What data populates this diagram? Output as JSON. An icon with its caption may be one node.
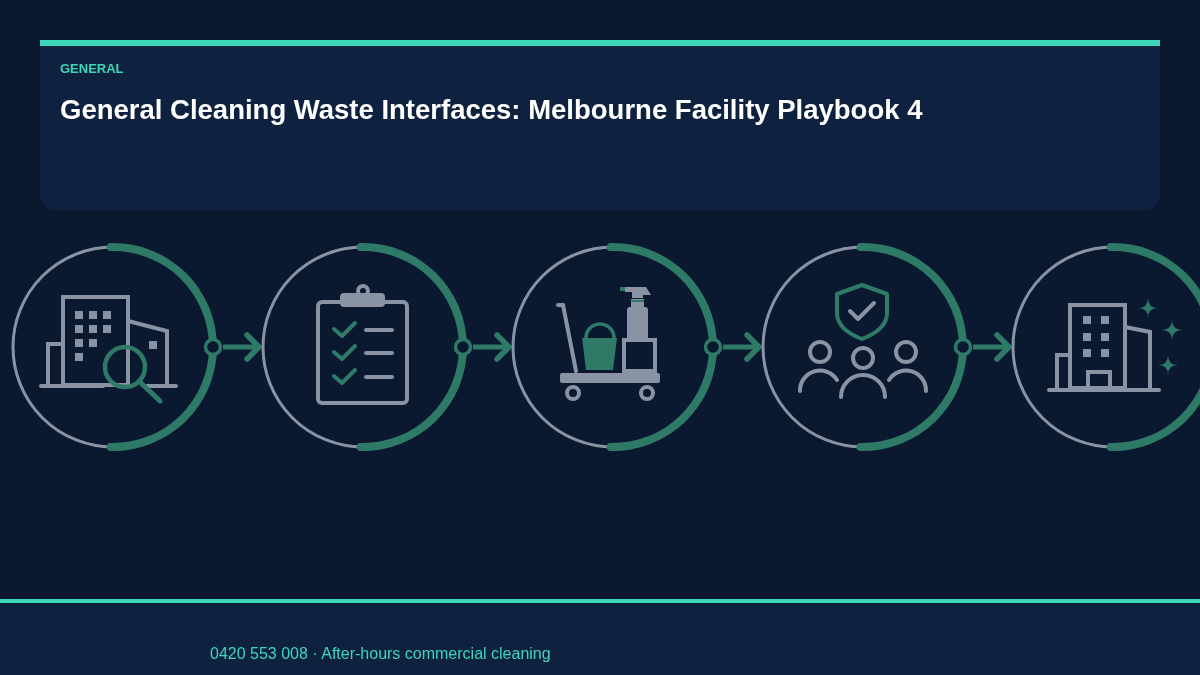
{
  "diagram": {
    "title": "General Cleaning Waste Interfaces: Melbourne Facility Playbook 4",
    "nodes": [
      {
        "text": [],
        "shape": "circle"
      },
      {
        "text": [],
        "shape": "circle"
      },
      {
        "text": [],
        "shape": "circle"
      },
      {
        "text": [],
        "shape": "circle"
      },
      {
        "text": [],
        "shape": "circle"
      }
    ],
    "edges": [
      {
        "from": 0,
        "to": 1,
        "arrow": "to"
      },
      {
        "from": 1,
        "to": 2,
        "arrow": "to"
      },
      {
        "from": 2,
        "to": 3,
        "arrow": "to"
      },
      {
        "from": 3,
        "to": 4,
        "arrow": "to"
      }
    ],
    "labels": [
      "GENERAL",
      "0420 553 008 · After-hours commercial cleaning"
    ]
  }
}
